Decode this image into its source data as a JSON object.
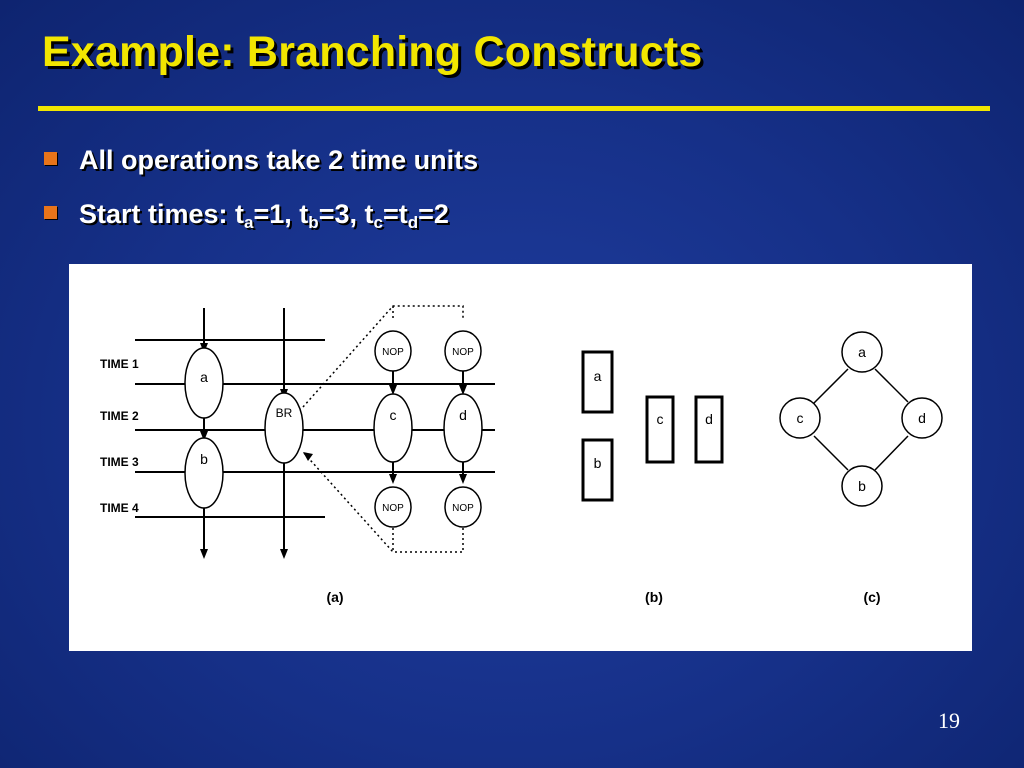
{
  "slide": {
    "title": "Example: Branching Constructs",
    "bullets": [
      {
        "text": "All operations take 2 time units"
      },
      {
        "prefix": "Start times: t",
        "sub1": "a",
        "mid1": "=1, t",
        "sub2": "b",
        "mid2": "=3, t",
        "sub3": "c",
        "mid3": "=t",
        "sub4": "d",
        "end": "=2"
      }
    ],
    "page_number": "19"
  },
  "figure": {
    "time_labels": [
      "TIME 1",
      "TIME 2",
      "TIME 3",
      "TIME 4"
    ],
    "panel_a": {
      "a": "a",
      "b": "b",
      "br": "BR",
      "c": "c",
      "d": "d",
      "nop": "NOP",
      "caption": "(a)"
    },
    "panel_b": {
      "a": "a",
      "b": "b",
      "c": "c",
      "d": "d",
      "caption": "(b)"
    },
    "panel_c": {
      "a": "a",
      "b": "b",
      "c": "c",
      "d": "d",
      "caption": "(c)"
    }
  }
}
